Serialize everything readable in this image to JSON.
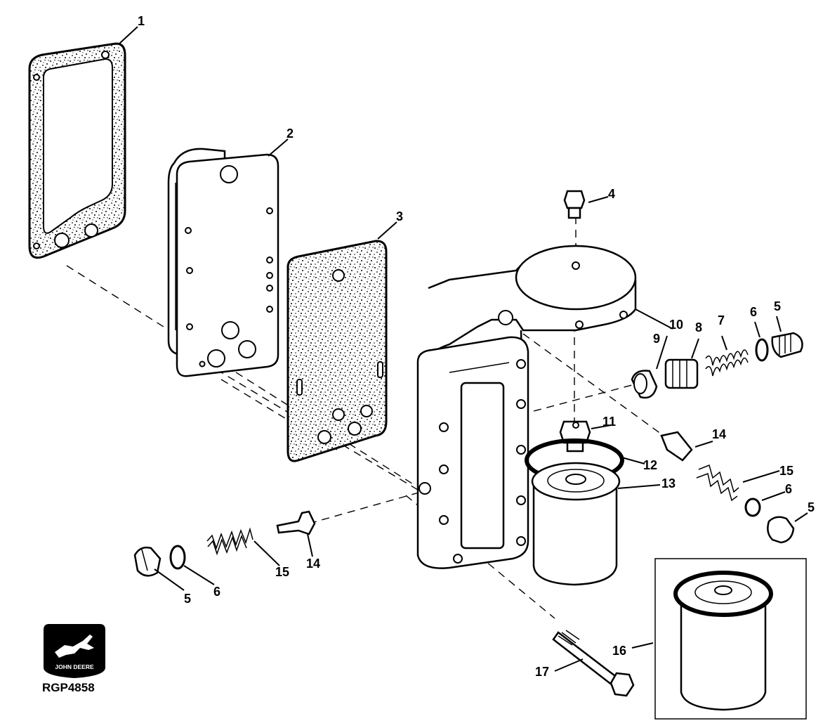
{
  "callouts": {
    "c1": "1",
    "c2": "2",
    "c3": "3",
    "c4": "4",
    "c5a": "5",
    "c6a": "6",
    "c7": "7",
    "c8": "8",
    "c9": "9",
    "c10": "10",
    "c11": "11",
    "c12": "12",
    "c13": "13",
    "c14a": "14",
    "c15a": "15",
    "c6b": "6",
    "c5b": "5",
    "c14b": "14",
    "c15b": "15",
    "c6c": "6",
    "c5c": "5",
    "c16": "16",
    "c17": "17"
  },
  "logo": {
    "text": "JOHN DEERE"
  },
  "figure_code": "RGP4858"
}
